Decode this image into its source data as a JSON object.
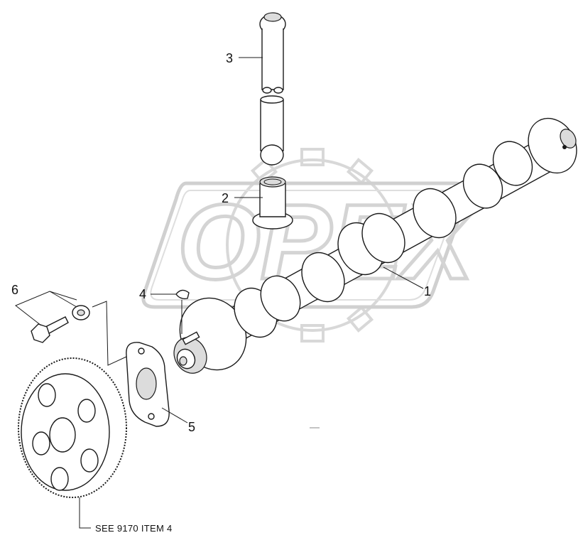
{
  "watermark": {
    "text": "OPEX"
  },
  "callouts": [
    {
      "id": "1",
      "label": "1"
    },
    {
      "id": "2",
      "label": "2"
    },
    {
      "id": "3",
      "label": "3"
    },
    {
      "id": "4",
      "label": "4"
    },
    {
      "id": "5",
      "label": "5"
    },
    {
      "id": "6",
      "label": "6"
    }
  ],
  "note": {
    "text": "SEE 9170 ITEM 4"
  }
}
